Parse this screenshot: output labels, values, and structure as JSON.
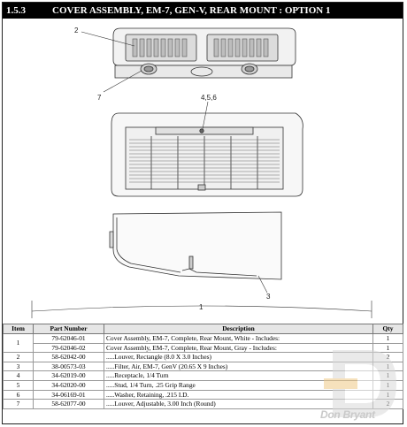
{
  "header": {
    "section_number": "1.5.3",
    "title": "COVER ASSEMBLY, EM-7, GEN-V, REAR MOUNT : OPTION 1"
  },
  "callouts": {
    "louver": "2",
    "adjustable_louver": "7",
    "filter_hardware": "4,5,6",
    "side_receptacle": "3",
    "cover_length": "1"
  },
  "table": {
    "headers": {
      "item": "Item",
      "part_number": "Part Number",
      "description": "Description",
      "qty": "Qty"
    },
    "rows": [
      {
        "item": "1",
        "part_number": "79-62046-01",
        "description": "Cover Assembly, EM-7, Complete, Rear Mount, White - Includes:",
        "qty": "1"
      },
      {
        "item": "",
        "part_number": "79-62046-02",
        "description": "Cover Assembly, EM-7, Complete, Rear Mount, Gray - Includes:",
        "qty": "1"
      },
      {
        "item": "2",
        "part_number": "58-62042-00",
        "description": ".....Louver, Rectangle (8.0 X 3.0 Inches)",
        "qty": "2"
      },
      {
        "item": "3",
        "part_number": "38-00573-03",
        "description": ".....Filter, Air, EM-7, GenV (20.65 X 9 Inches)",
        "qty": "1"
      },
      {
        "item": "4",
        "part_number": "34-62019-00",
        "description": ".....Receptacle, 1/4 Turn",
        "qty": "1"
      },
      {
        "item": "5",
        "part_number": "34-62020-00",
        "description": ".....Stud, 1/4 Turn, .25 Grip Range",
        "qty": "1"
      },
      {
        "item": "6",
        "part_number": "34-06169-01",
        "description": ".....Washer, Retaining, .215 I.D.",
        "qty": "1"
      },
      {
        "item": "7",
        "part_number": "58-62077-00",
        "description": ".....Louver, Adjustable, 3.00 Inch (Round)",
        "qty": "2"
      }
    ]
  },
  "watermark": {
    "text": "Don Bryant",
    "icon": "db-logo-mark"
  }
}
